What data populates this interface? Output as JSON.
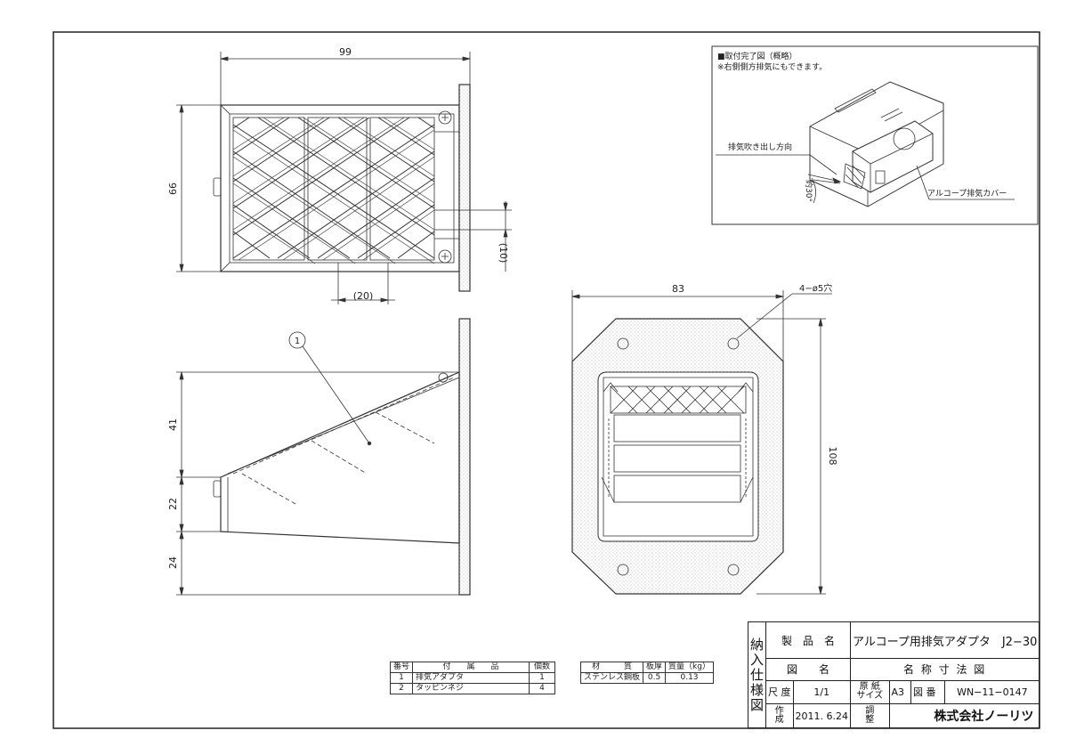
{
  "drawing": {
    "dims": {
      "top_width": "99",
      "top_height": "66",
      "dim_10": "(10)",
      "dim_20": "(20)",
      "side_41": "41",
      "side_22": "22",
      "side_24": "24",
      "front_width": "83",
      "front_height": "108",
      "holes": "4−ø5穴"
    },
    "balloon": "1",
    "inset": {
      "title": "■取付完了図（概略）",
      "note": "※右側側方排気にもできます。",
      "label_outflow": "排気吹き出し方向",
      "label_angle": "約30°",
      "label_cover": "アルコープ排気カバー"
    }
  },
  "parts_table": {
    "headers": [
      "番号",
      "付　　属　　品",
      "個数"
    ],
    "rows": [
      [
        "1",
        "排気アダプタ",
        "1"
      ],
      [
        "2",
        "タッピンネジ",
        "4"
      ]
    ]
  },
  "material_table": {
    "headers": [
      "材　　　質",
      "板厚",
      "質量（kg）"
    ],
    "rows": [
      [
        "ステンレス鋼板",
        "0.5",
        "0.13"
      ]
    ]
  },
  "title_block": {
    "side_label": [
      "納",
      "入",
      "仕",
      "様",
      "図"
    ],
    "product_label": "製　品　名",
    "product_name": "アルコープ用排気アダプタ　J2−30",
    "fig_label": "図　　名",
    "fig_name": "名 称 寸 法 図",
    "scale_label": "尺 度",
    "scale_value": "1/1",
    "paper_label": "原 紙\nサイズ",
    "paper_value": "A3",
    "number_label": "図 番",
    "number_value": "WN−11−0147",
    "made_label": "作\n成",
    "made_date": "2011. 6.24",
    "check_label": "調\n整",
    "company": "株式会社ノーリツ"
  }
}
